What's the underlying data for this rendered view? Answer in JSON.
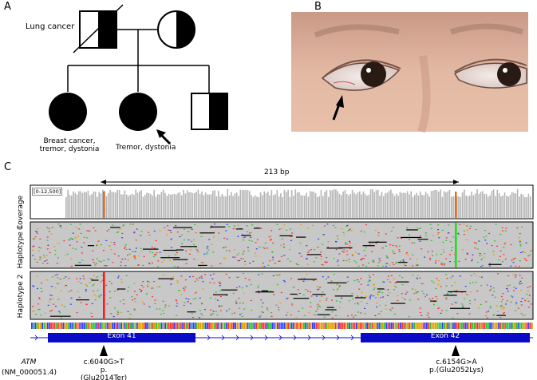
{
  "panels": {
    "A": {
      "letter": "A",
      "father_label": "Lung cancer",
      "sister_label_line1": "Breast cancer,",
      "sister_label_line2": "tremor, dystonia",
      "proband_label": "Tremor, dystonia"
    },
    "B": {
      "letter": "B"
    },
    "C": {
      "letter": "C",
      "span_label": "213 bp",
      "coverage_range": "[0-12,500]",
      "tracks": [
        "Coverage",
        "Haplotype 1",
        "Haplotype 2"
      ],
      "exons": [
        "Exon 41",
        "Exon 42"
      ],
      "gene": "ATM",
      "transcript": "(NM_000051.4)",
      "variants": [
        {
          "cdna": "c.6040G>T",
          "protein": "p.(Glu2014Ter)"
        },
        {
          "cdna": "c.6154G>A",
          "protein": "p.(Glu2052Lys)"
        }
      ]
    }
  },
  "colors": {
    "read_gray": "#c8c8c8",
    "exon_blue": "#0a0ac8",
    "variant_red": "#ff1a1a",
    "variant_green": "#22dd22",
    "coverage_orange": "#e07020"
  }
}
